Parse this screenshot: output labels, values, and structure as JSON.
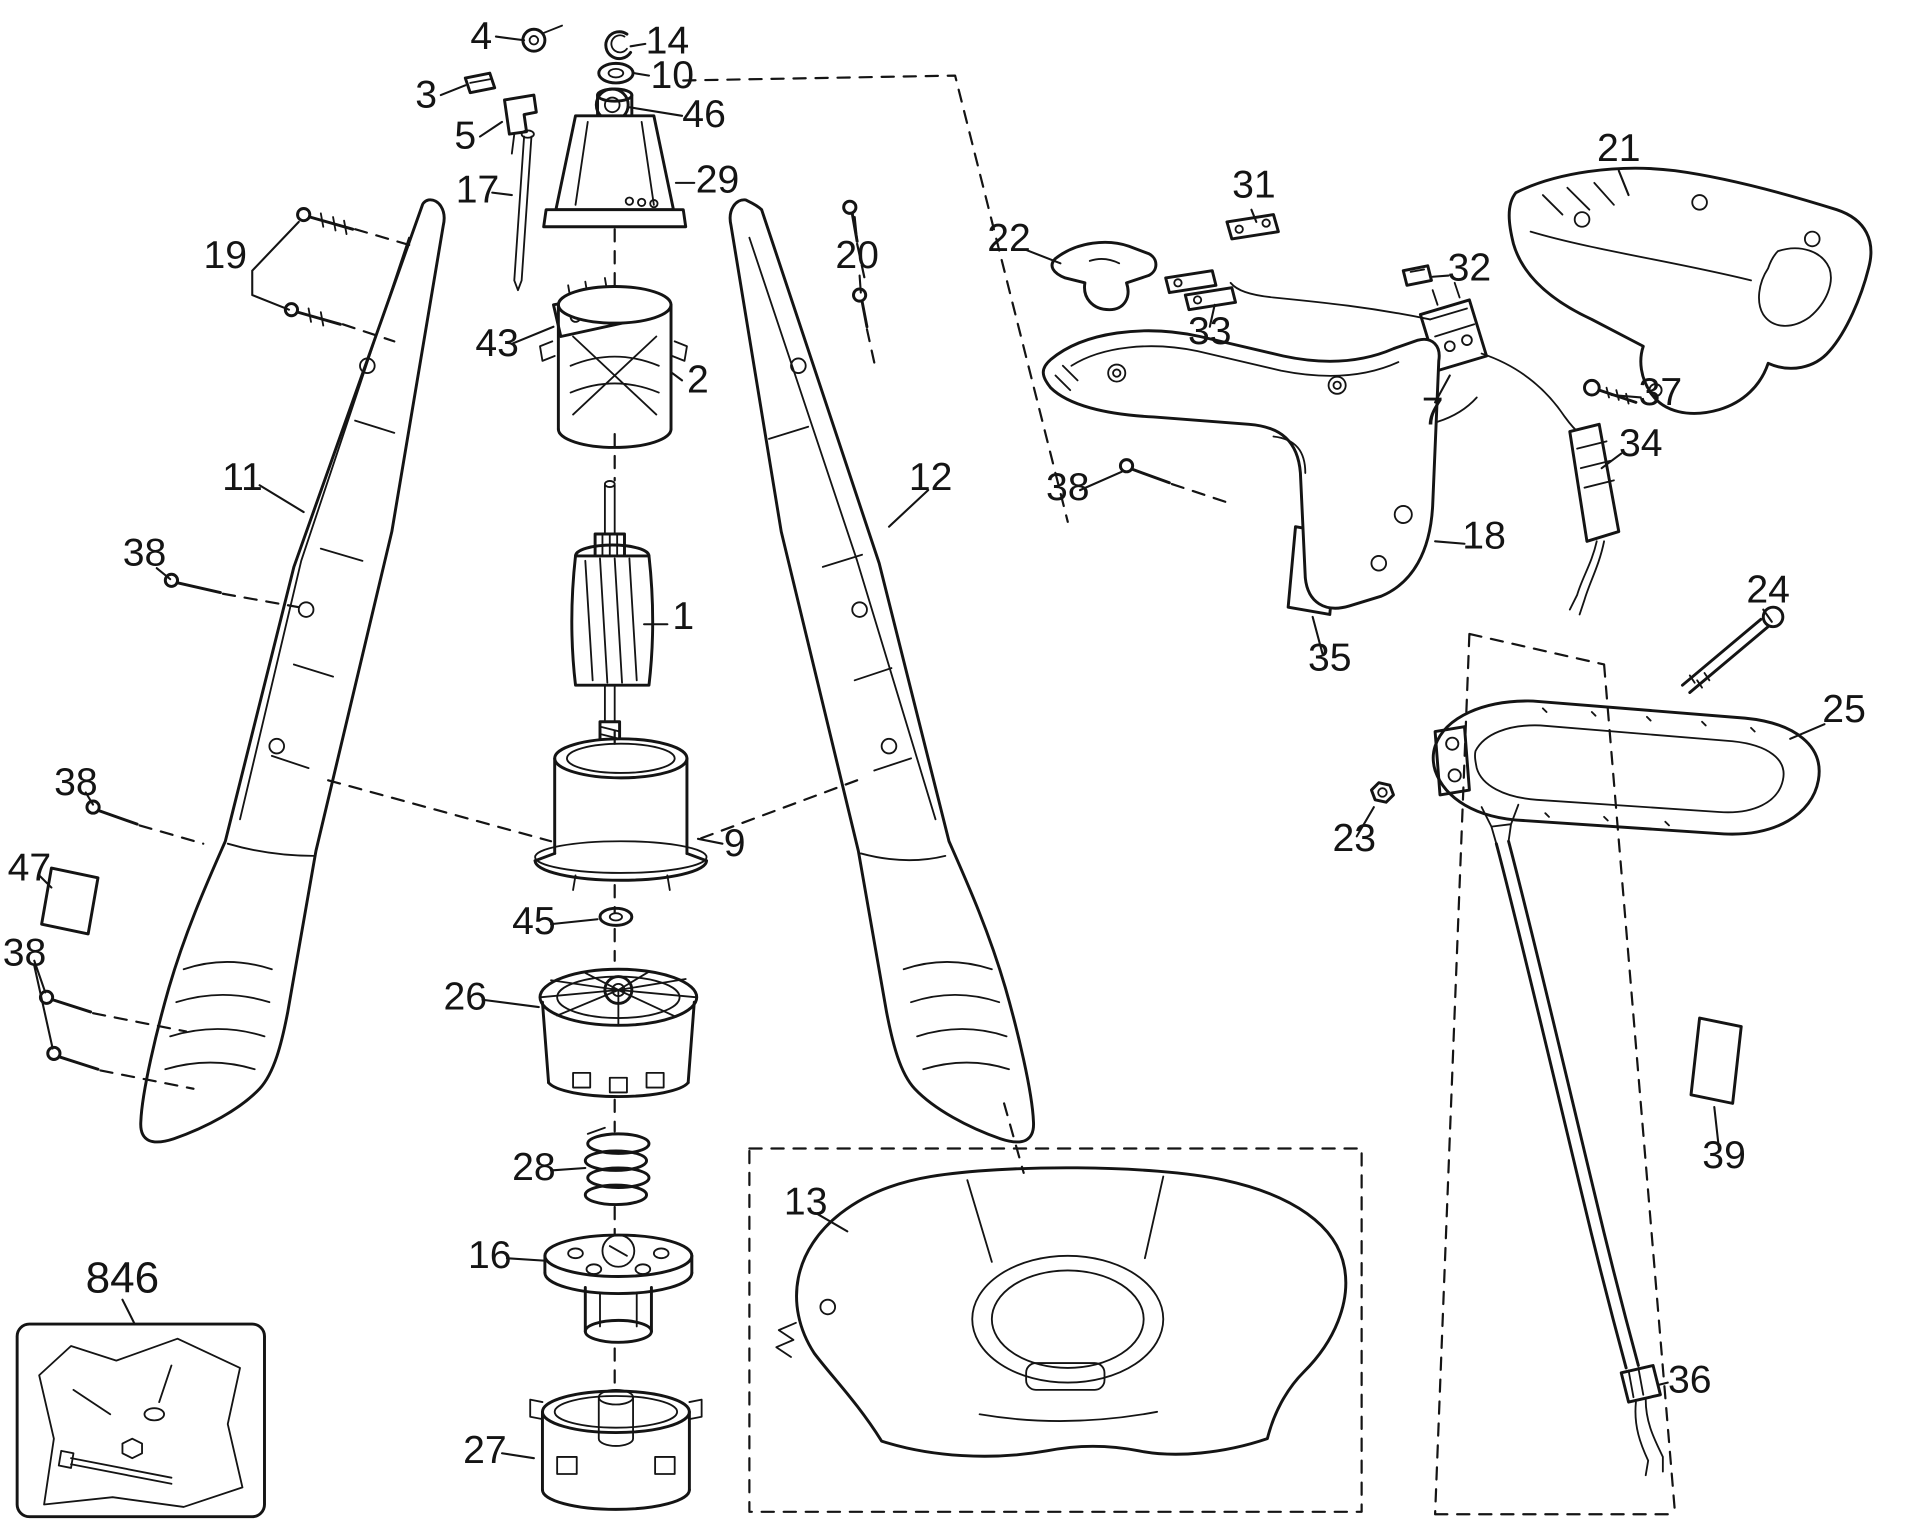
{
  "colors": {
    "background": "#ffffff",
    "line": "#141414"
  },
  "diagram": {
    "type": "exploded-parts-diagram",
    "callouts": [
      {
        "id": "4"
      },
      {
        "id": "14"
      },
      {
        "id": "10"
      },
      {
        "id": "3"
      },
      {
        "id": "46"
      },
      {
        "id": "5"
      },
      {
        "id": "29"
      },
      {
        "id": "17"
      },
      {
        "id": "19"
      },
      {
        "id": "20"
      },
      {
        "id": "43"
      },
      {
        "id": "2"
      },
      {
        "id": "22"
      },
      {
        "id": "31"
      },
      {
        "id": "21"
      },
      {
        "id": "32"
      },
      {
        "id": "33"
      },
      {
        "id": "7"
      },
      {
        "id": "37"
      },
      {
        "id": "34"
      },
      {
        "id": "11"
      },
      {
        "id": "12"
      },
      {
        "id": "38"
      },
      {
        "id": "18"
      },
      {
        "id": "1"
      },
      {
        "id": "35"
      },
      {
        "id": "24"
      },
      {
        "id": "25"
      },
      {
        "id": "38"
      },
      {
        "id": "23"
      },
      {
        "id": "9"
      },
      {
        "id": "47"
      },
      {
        "id": "45"
      },
      {
        "id": "38"
      },
      {
        "id": "26"
      },
      {
        "id": "28"
      },
      {
        "id": "39"
      },
      {
        "id": "16"
      },
      {
        "id": "13"
      },
      {
        "id": "27"
      },
      {
        "id": "846"
      },
      {
        "id": "36"
      },
      {
        "id": "38"
      }
    ]
  }
}
